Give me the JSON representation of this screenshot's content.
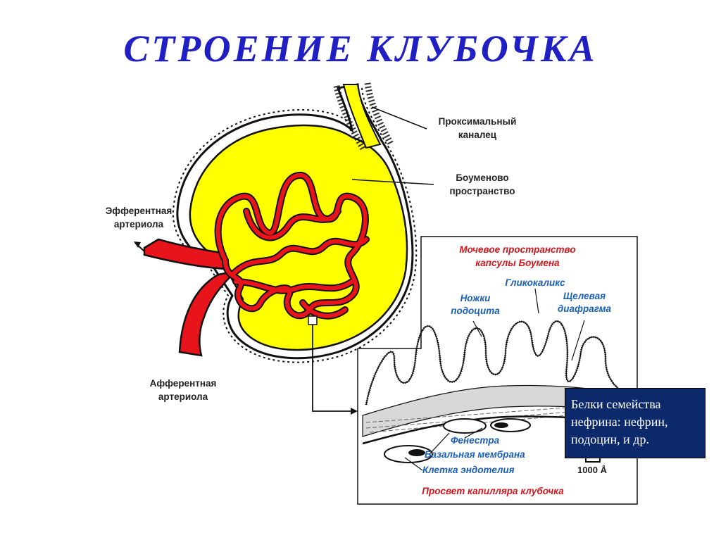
{
  "title": "СТРОЕНИЕ  КЛУБОЧКА",
  "labels": {
    "proximal": [
      "Проксимальный",
      "каналец"
    ],
    "bowman_space": [
      "Боуменово",
      "пространство"
    ],
    "efferent": [
      "Эфферентная",
      "артериола"
    ],
    "afferent": [
      "Афферентная",
      "артериола"
    ],
    "urinary_space": [
      "Мочевое пространство",
      "капсулы Боумена"
    ],
    "glycocalyx": "Гликокаликс",
    "podocyte_feet": [
      "Ножки",
      "подоцита"
    ],
    "slit_diaphragm": [
      "Щелевая",
      "диафрагма"
    ],
    "fenestra": "Фенестра",
    "basal_membrane": "Базальная мембрана",
    "endothelial_cell": "Клетка эндотелия",
    "capillary_lumen": "Просвет  капилляра  клубочка",
    "scale": "1000 Å"
  },
  "infobox": [
    "Белки семейства",
    "нефрина: нефрин,",
    "подоцин, и др."
  ],
  "colors": {
    "capsule": "#ffff00",
    "vessel": "#e8141c",
    "title": "#1f1fc4",
    "infobox_bg": "#0c2a6b"
  }
}
